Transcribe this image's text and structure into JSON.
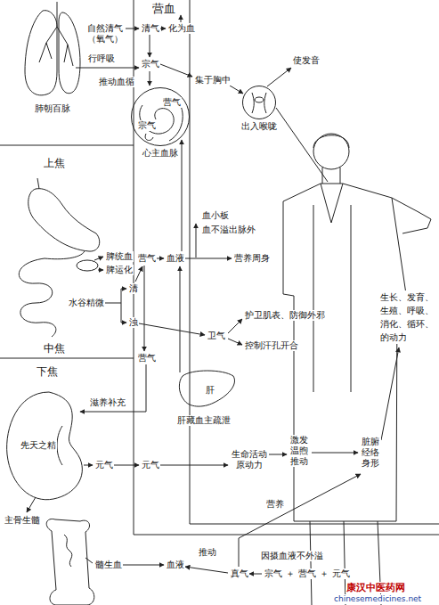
{
  "diagram": {
    "nodes": [
      {
        "text": [
          "营气",
          "宗气",
          "心主血脉"
        ]
      },
      {
        "text": [
          "出入喉咙"
        ]
      }
    ],
    "labels": [
      "营血",
      "自然清气 （氧气）",
      "肺朝百脉",
      "行呼吸",
      "清气",
      "化为血",
      "宗气",
      "推动血循",
      "集于胸中",
      "使发音",
      "上焦",
      "脾统血",
      "脾运化",
      "营气",
      "血液",
      "血小板",
      "血不溢出脉外",
      "营养周身",
      "清",
      "水谷精微",
      "浊",
      "卫气",
      "护卫肌表、防御外邪",
      "控制汗孔开合",
      "中焦",
      "下焦",
      "营气",
      "肝",
      "肝藏血主疏泄",
      "滋养补充",
      "先天之精",
      "元气",
      "元气",
      "生命活动 原动力",
      "激发 温煦 推动",
      "脏腑 经络 身形",
      "生长、发育、 生殖、呼吸、 消化、循环、 的动力",
      "主骨生髓",
      "髓生血",
      "血液",
      "推动",
      "营养",
      "真气",
      "因摄血液不外溢",
      "宗气",
      "＋",
      "营气",
      "＋",
      "元气",
      "康汉中医药网",
      "chinesemedicines.net"
    ]
  }
}
